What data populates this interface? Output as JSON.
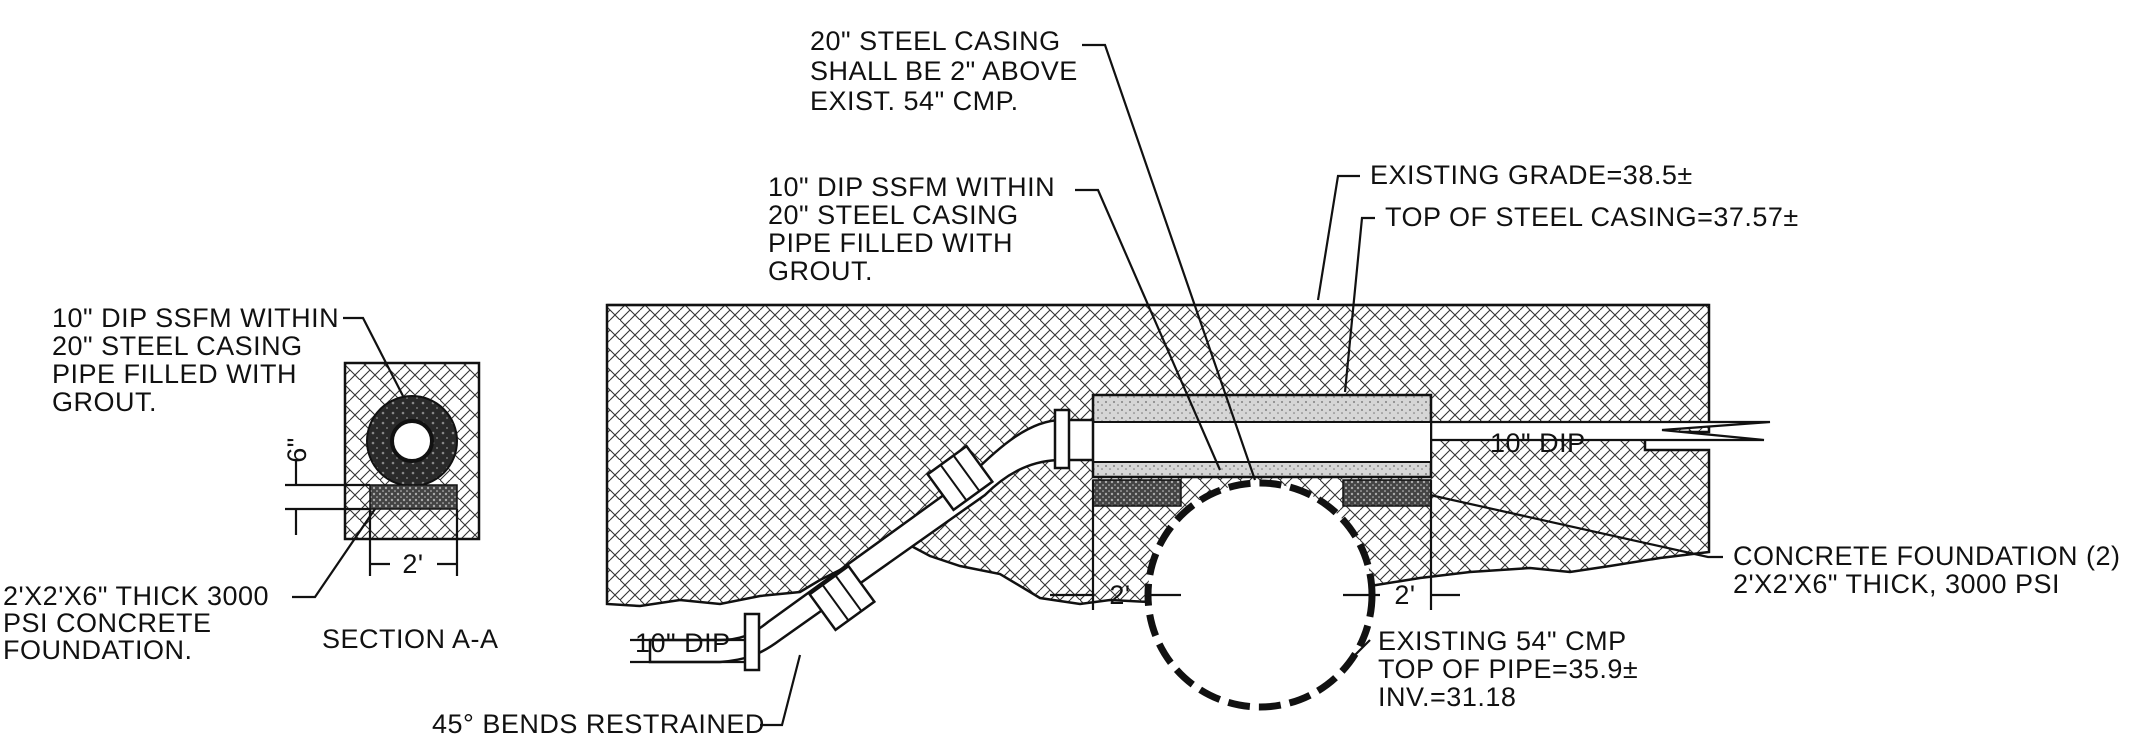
{
  "section": {
    "casing_note": [
      "10\" DIP SSFM WITHIN",
      "20\" STEEL CASING",
      "PIPE FILLED WITH",
      "GROUT."
    ],
    "dim_six": "6\"",
    "dim_two": "2'",
    "foundation_note": [
      "2'X2'X6\" THICK 3000",
      "PSI CONCRETE",
      "FOUNDATION."
    ],
    "title": "SECTION A-A"
  },
  "profile": {
    "casing_above_note": [
      "20\" STEEL CASING",
      "SHALL BE 2\" ABOVE",
      "EXIST. 54\" CMP."
    ],
    "casing_note": [
      "10\" DIP SSFM WITHIN",
      "20\" STEEL CASING",
      "PIPE FILLED WITH",
      "GROUT."
    ],
    "grade_note": "EXISTING GRADE=38.5±",
    "top_casing_note": "TOP OF STEEL CASING=37.57±",
    "dip_right": "10\" DIP",
    "dip_left": "10\" DIP",
    "foundation_note": [
      "CONCRETE FOUNDATION (2)",
      "2'X2'X6\" THICK, 3000 PSI"
    ],
    "dim_left": "2'",
    "dim_right": "2'",
    "cmp_note": [
      "EXISTING 54\" CMP",
      "TOP OF PIPE=35.9±",
      "INV.=31.18"
    ],
    "bends_note": "45° BENDS RESTRAINED"
  },
  "colors": {
    "line": "#111111",
    "casing_fill": "#c8c8c8",
    "concrete_fill": "#3a3a3a"
  }
}
